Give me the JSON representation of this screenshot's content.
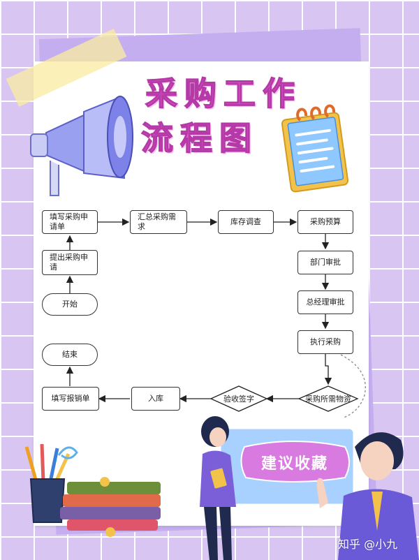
{
  "title": {
    "line1": "采购工作",
    "line2": "流程图"
  },
  "flow": {
    "fill_request": "填写采购申请单",
    "summarize": "汇总采购需求",
    "inventory": "库存调查",
    "budget": "采购预算",
    "dept_approval": "部门审批",
    "gm_approval": "总经理审批",
    "execute": "执行采购",
    "goods": "采购所需物资",
    "acceptance": "验收签字",
    "warehouse": "入库",
    "reimburse": "填写报销单",
    "end": "结束",
    "submit": "提出采购申请",
    "start": "开始"
  },
  "banner": {
    "collect": "建议收藏"
  },
  "watermark": "知乎 @小九",
  "colors": {
    "title": "#e05cd0",
    "background": "#d8c5f2",
    "collect_bubble": "#d97ae0",
    "board": "#a9d1ff"
  }
}
